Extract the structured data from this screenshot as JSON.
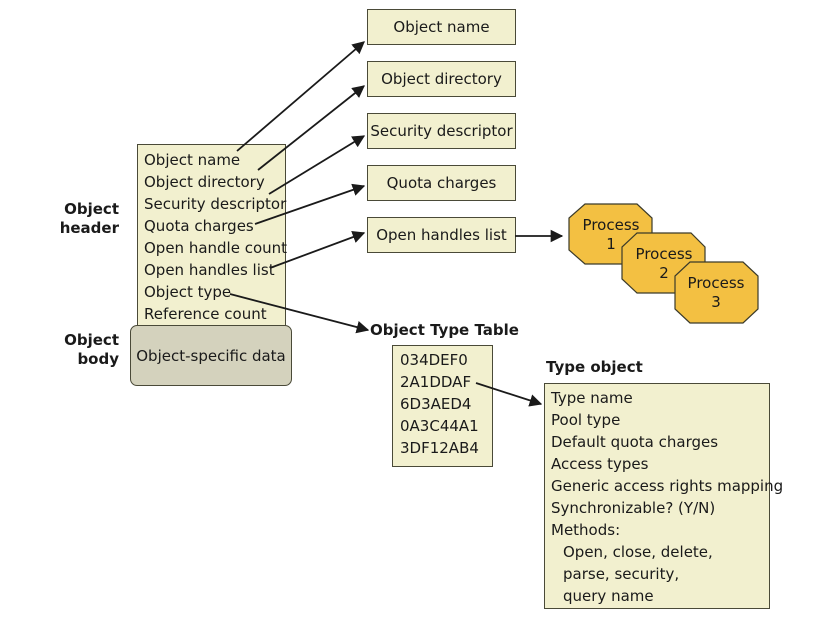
{
  "header_label": [
    "Object",
    "header"
  ],
  "body_label": [
    "Object",
    "body"
  ],
  "header_fields": [
    "Object name",
    "Object directory",
    "Security descriptor",
    "Quota charges",
    "Open handle count",
    "Open handles list",
    "Object type",
    "Reference count"
  ],
  "body_text": "Object-specific data",
  "target_boxes": [
    "Object name",
    "Object directory",
    "Security descriptor",
    "Quota charges",
    "Open handles list"
  ],
  "processes": [
    {
      "line1": "Process",
      "line2": "1"
    },
    {
      "line1": "Process",
      "line2": "2"
    },
    {
      "line1": "Process",
      "line2": "3"
    }
  ],
  "object_type_table": {
    "title": "Object Type Table",
    "entries": [
      "034DEF0",
      "2A1DDAF",
      "6D3AED4",
      "0A3C44A1",
      "3DF12AB4"
    ]
  },
  "type_object": {
    "title": "Type object",
    "fields": [
      "Type name",
      "Pool type",
      "Default quota charges",
      "Access types",
      "Generic access rights mapping",
      "Synchronizable? (Y/N)",
      "Methods:"
    ],
    "methods": [
      "Open, close, delete,",
      "parse, security,",
      "query name"
    ]
  },
  "colors": {
    "box_fill": "#f2f0cf",
    "body_fill": "#d4d2bd",
    "process_fill": "#f3c042",
    "stroke": "#4a4a38"
  }
}
